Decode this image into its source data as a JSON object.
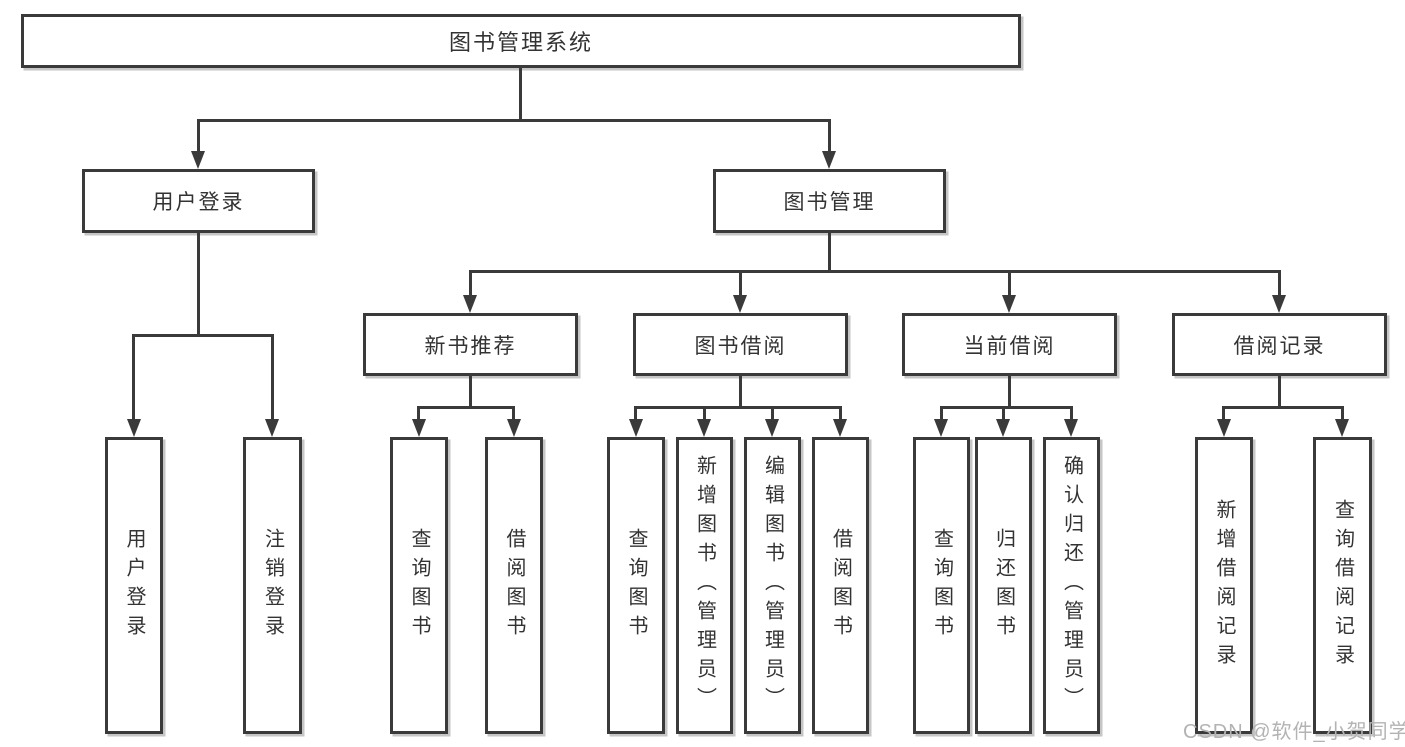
{
  "diagram": {
    "root": {
      "label": "图书管理系统"
    },
    "level2": [
      {
        "label": "用户登录",
        "children": [
          {
            "label": "用户登录"
          },
          {
            "label": "注销登录"
          }
        ]
      },
      {
        "label": "图书管理",
        "children": [
          {
            "label": "新书推荐",
            "children": [
              {
                "label": "查询图书"
              },
              {
                "label": "借阅图书"
              }
            ]
          },
          {
            "label": "图书借阅",
            "children": [
              {
                "label": "查询图书"
              },
              {
                "label": "新增图书（管理员）"
              },
              {
                "label": "编辑图书（管理员）"
              },
              {
                "label": "借阅图书"
              }
            ]
          },
          {
            "label": "当前借阅",
            "children": [
              {
                "label": "查询图书"
              },
              {
                "label": "归还图书"
              },
              {
                "label": "确认归还（管理员）"
              }
            ]
          },
          {
            "label": "借阅记录",
            "children": [
              {
                "label": "新增借阅记录"
              },
              {
                "label": "查询借阅记录"
              }
            ]
          }
        ]
      }
    ]
  },
  "watermark": {
    "text": "CSDN @软件_小贺同学"
  },
  "colors": {
    "line": "#3a3a3a",
    "text": "#333333",
    "box_background": "#ffffff",
    "watermark": "#b3b3b3"
  }
}
